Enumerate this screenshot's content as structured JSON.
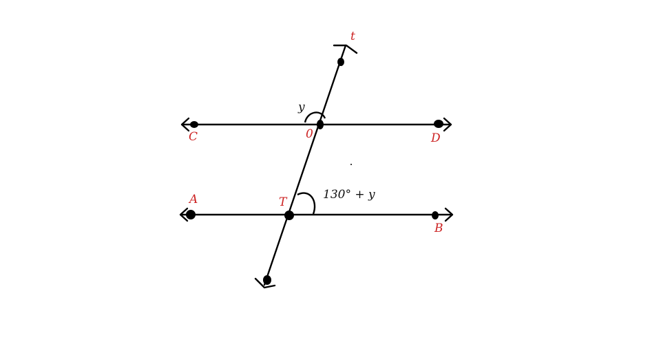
{
  "labels": {
    "transversal": "t",
    "point_c": "C",
    "point_d": "D",
    "point_o": "0",
    "point_a": "A",
    "point_b": "B",
    "point_t": "T",
    "angle_top": "y",
    "angle_bottom": "130° + y"
  },
  "colors": {
    "line": "#000000",
    "point_label": "#cc2222",
    "angle_label": "#111111"
  }
}
